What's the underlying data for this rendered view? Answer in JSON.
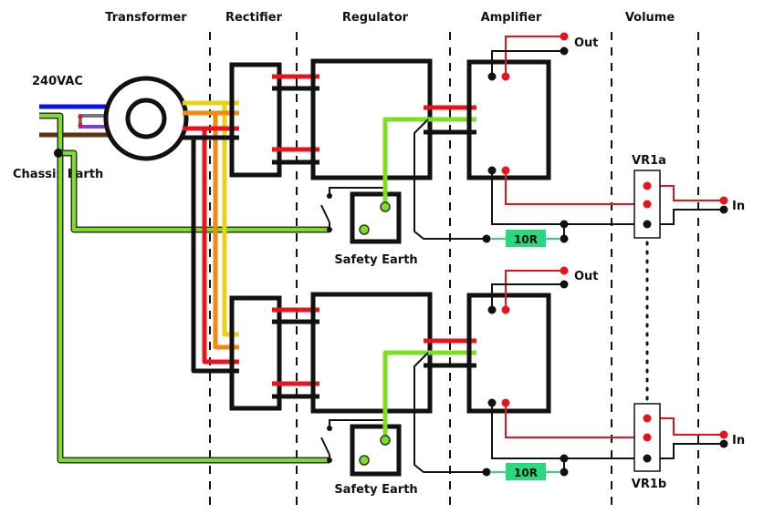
{
  "sections": [
    "Transformer",
    "Rectifier",
    "Regulator",
    "Amplifier",
    "Volume"
  ],
  "labels": {
    "mains": "240VAC",
    "chassis_earth": "Chassis Earth",
    "safety_earth": "Safety Earth",
    "out": "Out",
    "in": "In",
    "resistor": "10R",
    "vr_top": "VR1a",
    "vr_bottom": "VR1b"
  },
  "colors": {
    "live": "#0a12e8",
    "neutral": "#5a3510",
    "earth": "#7ce020",
    "positive": "#e8141c",
    "ground": "#111111",
    "tap_yellow": "#e8d21a",
    "tap_orange": "#f08a10",
    "resistor_fill": "#2ad880",
    "link_gray": "#777777",
    "link_purple": "#7a3cf0"
  }
}
